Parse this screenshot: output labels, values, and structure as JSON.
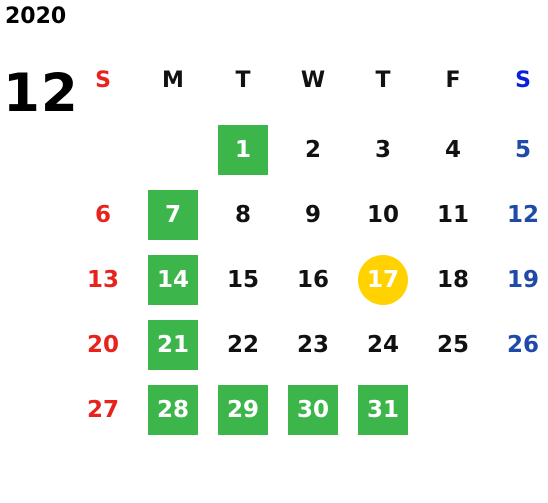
{
  "calendar": {
    "year": "2020",
    "month": "12",
    "weekdays": [
      {
        "label": "S",
        "kind": "sun"
      },
      {
        "label": "M",
        "kind": "week"
      },
      {
        "label": "T",
        "kind": "week"
      },
      {
        "label": "W",
        "kind": "week"
      },
      {
        "label": "T",
        "kind": "week"
      },
      {
        "label": "F",
        "kind": "week"
      },
      {
        "label": "S",
        "kind": "sat"
      }
    ],
    "first_weekday_index": 2,
    "days_in_month": 31,
    "green_days": [
      1,
      7,
      14,
      21,
      28,
      29,
      30,
      31
    ],
    "today": 17,
    "colors": {
      "sunday": "#e8231e",
      "saturday": "#1f4aa8",
      "highlight": "#3cb54a",
      "today": "#ffd200"
    }
  }
}
